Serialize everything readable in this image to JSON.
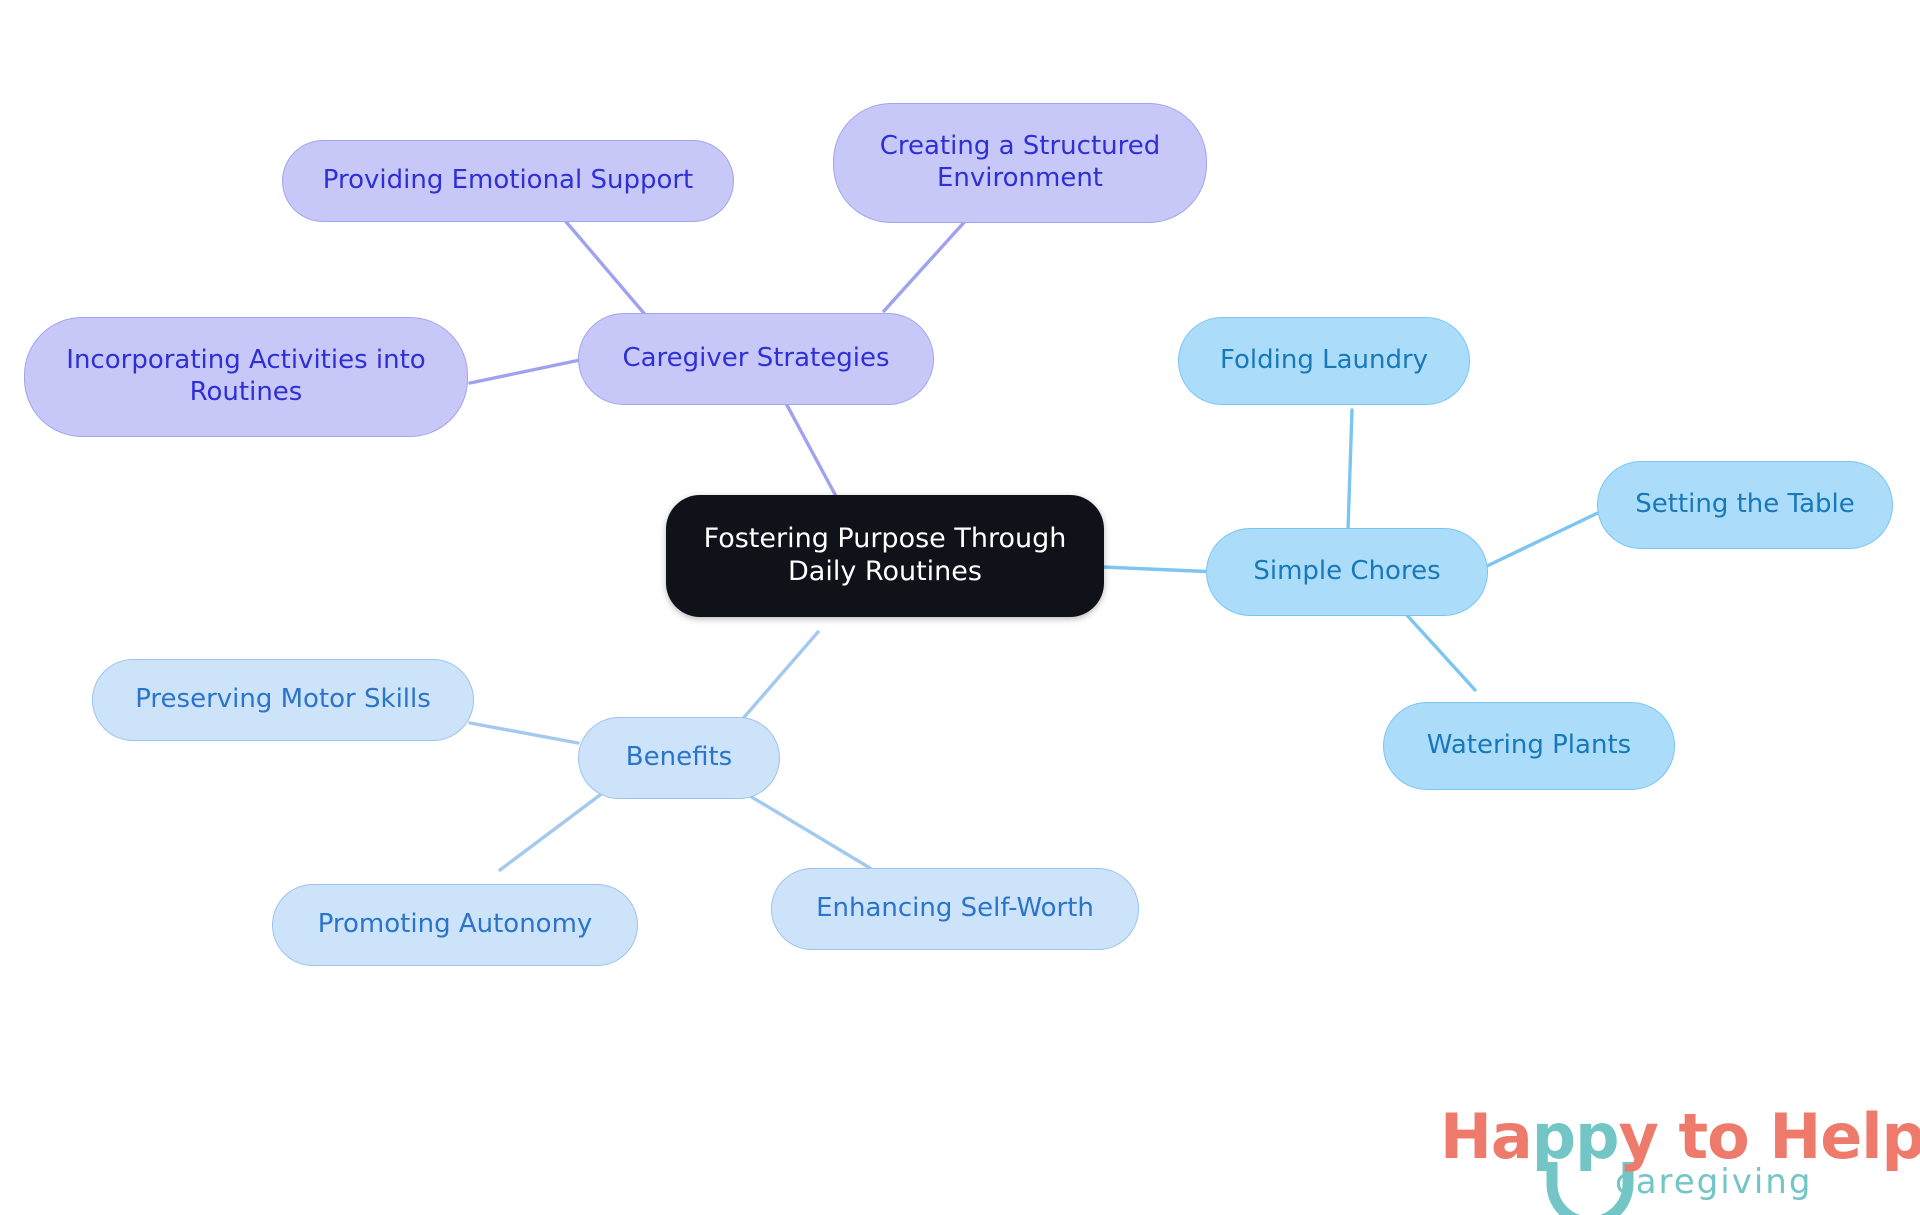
{
  "diagram": {
    "type": "mindmap",
    "root": {
      "id": "root",
      "label": "Fostering Purpose Through\nDaily Routines",
      "fill": "#0f1218",
      "text_color": "#ffffff"
    },
    "branches": [
      {
        "id": "caregiver-strategies",
        "label": "Caregiver Strategies",
        "fill": "#c7c8f8",
        "text_color": "#2f2fd6",
        "children": [
          {
            "id": "providing-emotional-support",
            "label": "Providing Emotional Support"
          },
          {
            "id": "creating-a-structured-environment",
            "label": "Creating a Structured\nEnvironment"
          },
          {
            "id": "incorporating-activities-into-routines",
            "label": "Incorporating Activities into\nRoutines"
          }
        ]
      },
      {
        "id": "simple-chores",
        "label": "Simple Chores",
        "fill": "#abddfb",
        "text_color": "#1878b8",
        "children": [
          {
            "id": "folding-laundry",
            "label": "Folding Laundry"
          },
          {
            "id": "setting-the-table",
            "label": "Setting the Table"
          },
          {
            "id": "watering-plants",
            "label": "Watering Plants"
          }
        ]
      },
      {
        "id": "benefits",
        "label": "Benefits",
        "fill": "#cde3fa",
        "text_color": "#2a74c9",
        "children": [
          {
            "id": "preserving-motor-skills",
            "label": "Preserving Motor Skills"
          },
          {
            "id": "promoting-autonomy",
            "label": "Promoting Autonomy"
          },
          {
            "id": "enhancing-self-worth",
            "label": "Enhancing Self-Worth"
          }
        ]
      }
    ],
    "edge_colors": {
      "purple": "#9fa2ef",
      "blue_strong": "#7cc5f0",
      "blue_light": "#a3c9ee"
    }
  },
  "logo": {
    "part1": "Ha",
    "part2": "pp",
    "part3": "y to Help",
    "subtitle": "caregiving",
    "coral": "#ee7a6b",
    "teal": "#74c5c5"
  }
}
